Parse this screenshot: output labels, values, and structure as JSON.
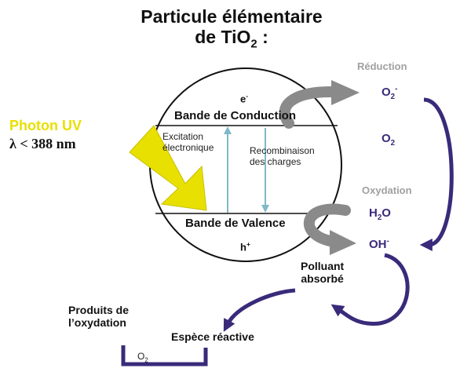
{
  "title": {
    "line1": "Particule élémentaire",
    "line2_prefix": "de TiO",
    "line2_sub": "2",
    "line2_suffix": " :"
  },
  "particle": {
    "electron": "e",
    "electron_sup": "-",
    "conduction_band": "Bande de Conduction",
    "valence_band": "Bande de Valence",
    "hole": "h",
    "hole_sup": "+",
    "excitation_line1": "Excitation",
    "excitation_line2": "électronique",
    "recombination_line1": "Recombinaison",
    "recombination_line2": "des charges"
  },
  "photon": {
    "label": "Photon UV",
    "wavelength": "λ < 388 nm"
  },
  "reduction": {
    "label": "Réduction",
    "product": "O",
    "product_sub": "2",
    "product_sup": "-",
    "reactant": "O",
    "reactant_sub": "2"
  },
  "oxidation": {
    "label": "Oxydation",
    "reactant": "H",
    "reactant_sub": "2",
    "reactant_suffix": "O",
    "product": "OH",
    "product_sup": "-"
  },
  "pollutant": {
    "line1": "Polluant",
    "line2": "absorbé"
  },
  "reactive_species": "Espèce réactive",
  "products": {
    "line1": "Produits de",
    "line2": "l’oxydation"
  },
  "byproduct": {
    "text": "O",
    "sub": "2"
  },
  "colors": {
    "photon_yellow": "#e8e000",
    "purple_arrow": "#3a2a7a",
    "grey_arrow": "#8a8a8a",
    "teal_arrow": "#7fb8c8"
  }
}
